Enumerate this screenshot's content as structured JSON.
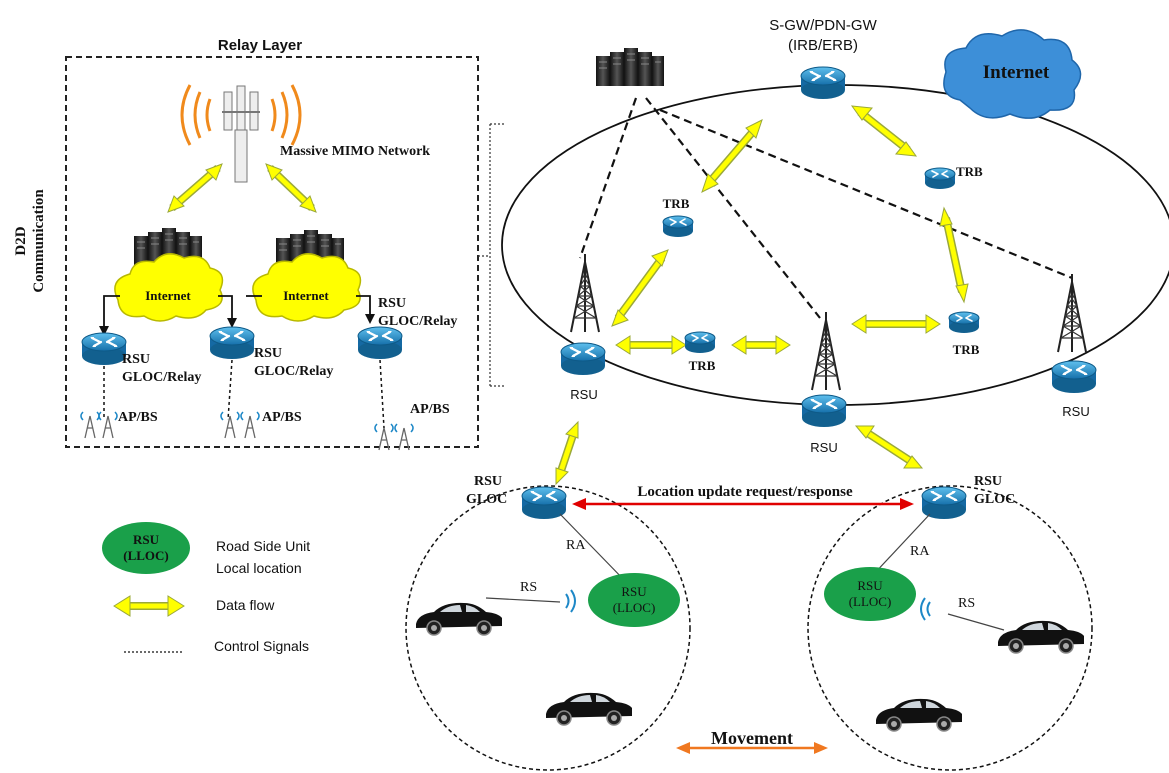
{
  "relay_layer": {
    "title": "Relay Layer",
    "mimo_label": "Massive MIMO Network",
    "cloud1": "Internet",
    "cloud2": "Internet",
    "rsu1": [
      "RSU",
      "GLOC/Relay"
    ],
    "rsu2": [
      "RSU",
      "GLOC/Relay"
    ],
    "rsu3": [
      "RSU",
      "GLOC/Relay"
    ],
    "ap1": "AP/BS",
    "ap2": "AP/BS",
    "ap3": "AP/BS"
  },
  "d2d_label": [
    "D2D",
    "Communication"
  ],
  "core": {
    "gateway": [
      "S-GW/PDN-GW",
      "(IRB/ERB)"
    ],
    "internet": "Internet",
    "trb_left": "TRB",
    "trb_right_top": "TRB",
    "trb_center": "TRB",
    "trb_right_mid": "TRB",
    "rsu_left": "RSU",
    "rsu_center": "RSU",
    "rsu_right": "RSU"
  },
  "access": {
    "gloc_left": [
      "RSU",
      "GLOC"
    ],
    "gloc_right": [
      "RSU",
      "GLOC"
    ],
    "location_update": "Location update request/response",
    "ra_left": "RA",
    "ra_right": "RA",
    "rs_left": "RS",
    "rs_right": "RS",
    "lloc_left": [
      "RSU",
      "(LLOC)"
    ],
    "lloc_right": [
      "RSU",
      "(LLOC)"
    ],
    "movement": "Movement"
  },
  "legend": {
    "lloc_symbol": [
      "RSU",
      "(LLOC)"
    ],
    "lloc_desc": [
      "Road Side Unit",
      "Local location"
    ],
    "data_flow": "Data flow",
    "control_signals": "Control Signals"
  },
  "colors": {
    "data_flow_arrow": "#ffff00",
    "arrow_outline": "#9aa83a",
    "cloud_yellow": "#ffff00",
    "internet_blue": "#3d8fd8",
    "router_blue": "#1e88c7",
    "lloc_green": "#1aa04a",
    "location_arrow": "#e00000",
    "movement_arrow": "#f07820"
  }
}
